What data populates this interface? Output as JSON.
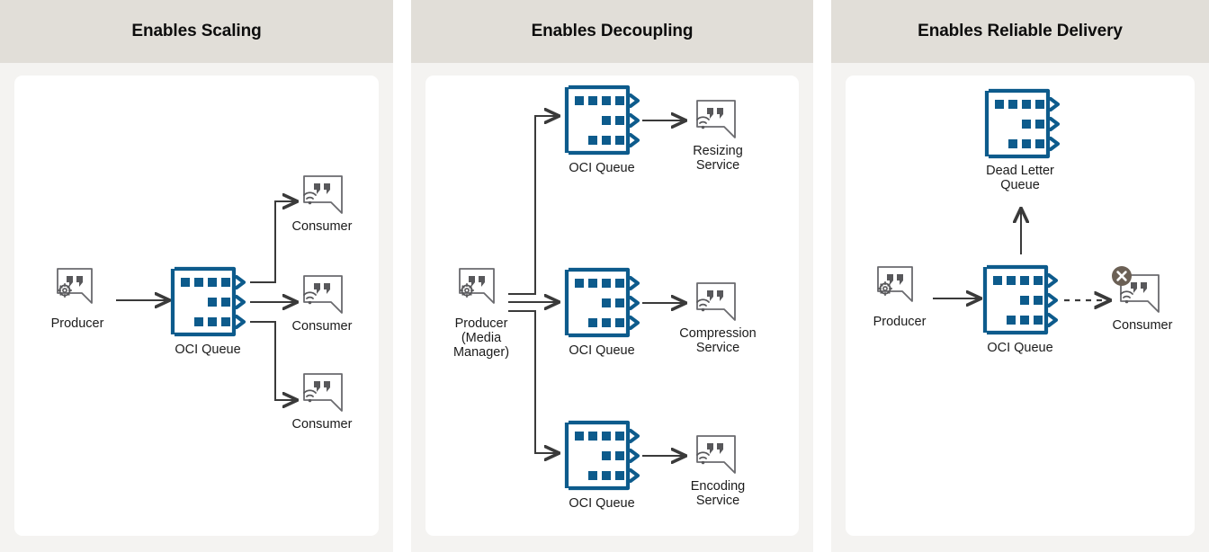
{
  "panels": [
    {
      "header": "Enables Scaling",
      "nodes": {
        "producer": "Producer",
        "queue": "OCI Queue",
        "consumer1": "Consumer",
        "consumer2": "Consumer",
        "consumer3": "Consumer"
      },
      "icons": {
        "producer": "producer-gear-bubble-icon",
        "queue": "oci-queue-icon",
        "consumer": "consumer-signal-bubble-icon"
      }
    },
    {
      "header": "Enables Decoupling",
      "nodes": {
        "producer": "Producer\n(Media\nManager)",
        "queue1": "OCI Queue",
        "queue2": "OCI Queue",
        "queue3": "OCI Queue",
        "service1": "Resizing\nService",
        "service2": "Compression\nService",
        "service3": "Encoding\nService"
      },
      "icons": {
        "producer": "producer-gear-bubble-icon",
        "queue": "oci-queue-icon",
        "service": "consumer-signal-bubble-icon"
      }
    },
    {
      "header": "Enables Reliable Delivery",
      "nodes": {
        "dead_letter_queue": "Dead Letter\nQueue",
        "producer": "Producer",
        "queue": "OCI Queue",
        "consumer": "Consumer"
      },
      "icons": {
        "producer": "producer-gear-bubble-icon",
        "queue": "oci-queue-icon",
        "dead_letter_queue": "oci-queue-icon",
        "consumer": "consumer-signal-bubble-icon",
        "failure_badge": "error-x-circle-icon"
      }
    }
  ],
  "colors": {
    "queue_blue": "#0d5b8c",
    "header_band": "#e1ded8",
    "panel_background": "#f4f3f1",
    "card": "#ffffff",
    "icon_gray": "#58585b",
    "arrow": "#3a3a3a",
    "failure_badge": "#6b6055",
    "text": "#1b1b1b"
  }
}
